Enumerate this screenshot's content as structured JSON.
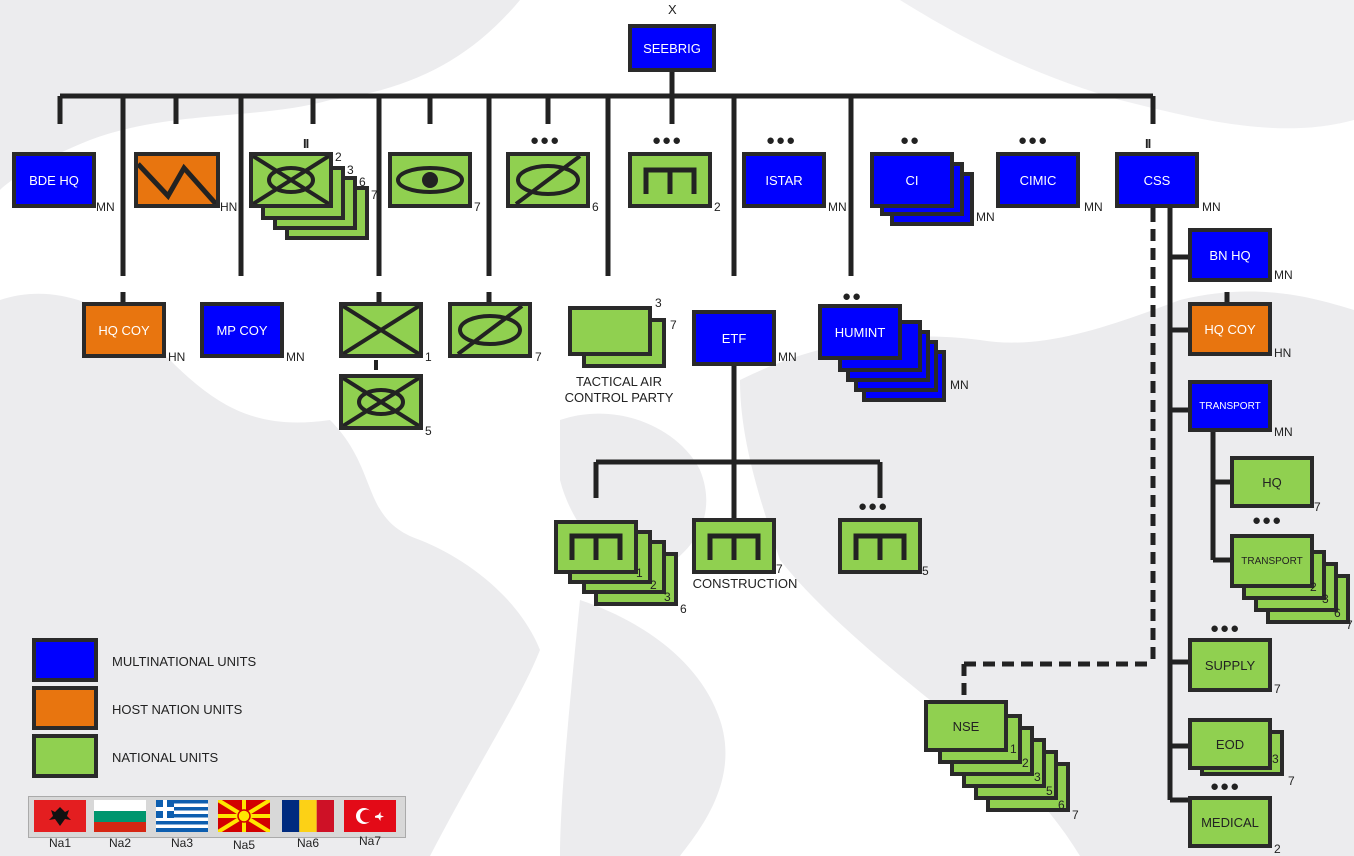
{
  "colors": {
    "multinational": "#0000ff",
    "host_nation": "#e8750f",
    "national": "#90d050",
    "line": "#222222"
  },
  "top": {
    "echelon": "X",
    "label": "SEEBRIG"
  },
  "units": {
    "bde_hq": {
      "label": "BDE HQ",
      "tag": "MN"
    },
    "hn_signal": {
      "tag": "HN"
    },
    "infantry_bn": {
      "echelon": "II",
      "nations": [
        "2",
        "3",
        "6",
        "7"
      ]
    },
    "recon": {
      "tag": "7"
    },
    "armor_coy": {
      "echelon": "●●●",
      "tag": "6"
    },
    "engineer_coy": {
      "echelon": "●●●",
      "tag": "2"
    },
    "istar": {
      "label": "ISTAR",
      "echelon": "●●●",
      "tag": "MN"
    },
    "ci": {
      "label": "CI",
      "echelon": "●●",
      "tag": "MN"
    },
    "cimic": {
      "label": "CIMIC",
      "echelon": "●●●",
      "tag": "MN"
    },
    "css": {
      "label": "CSS",
      "echelon": "II",
      "tag": "MN"
    },
    "hq_coy": {
      "label": "HQ COY",
      "tag": "HN"
    },
    "mp_coy": {
      "label": "MP COY",
      "tag": "MN"
    },
    "inf_coy": {
      "tag": "1"
    },
    "mech_coy": {
      "tag": "5"
    },
    "armor_coy2": {
      "tag": "7"
    },
    "tacp": {
      "nations": [
        "3",
        "7"
      ],
      "caption_1": "TACTICAL AIR",
      "caption_2": "CONTROL PARTY"
    },
    "etf": {
      "label": "ETF",
      "tag": "MN"
    },
    "humint": {
      "label": "HUMINT",
      "echelon": "●●",
      "tag": "MN"
    },
    "eng_stack": {
      "nations": [
        "1",
        "2",
        "3",
        "6"
      ]
    },
    "construction": {
      "tag": "7",
      "caption": "CONSTRUCTION"
    },
    "eng_plt": {
      "echelon": "●●●",
      "tag": "5"
    },
    "bn_hq": {
      "label": "BN HQ",
      "tag": "MN"
    },
    "css_hq_coy": {
      "label": "HQ COY",
      "tag": "HN"
    },
    "transport": {
      "label": "TRANSPORT",
      "tag": "MN"
    },
    "transport_hq": {
      "label": "HQ",
      "tag": "7"
    },
    "transport_coy": {
      "label": "TRANSPORT",
      "echelon": "●●●",
      "nations": [
        "2",
        "3",
        "6",
        "7"
      ]
    },
    "supply": {
      "label": "SUPPLY",
      "echelon": "●●●",
      "tag": "7"
    },
    "eod": {
      "label": "EOD",
      "nations": [
        "3",
        "7"
      ]
    },
    "medical": {
      "label": "MEDICAL",
      "echelon": "●●●",
      "tag": "2"
    },
    "nse": {
      "label": "NSE",
      "nations": [
        "1",
        "2",
        "3",
        "5",
        "6",
        "7"
      ]
    }
  },
  "legend": [
    {
      "label": "MULTINATIONAL UNITS",
      "color": "#0000ff"
    },
    {
      "label": "HOST NATION UNITS",
      "color": "#e8750f"
    },
    {
      "label": "NATIONAL UNITS",
      "color": "#90d050"
    }
  ],
  "flags": [
    {
      "name": "Na1",
      "icon": "albania-flag"
    },
    {
      "name": "Na2",
      "icon": "bulgaria-flag"
    },
    {
      "name": "Na3",
      "icon": "greece-flag"
    },
    {
      "name": "Na5",
      "icon": "macedonia-flag"
    },
    {
      "name": "Na6",
      "icon": "romania-flag"
    },
    {
      "name": "Na7",
      "icon": "turkey-flag"
    }
  ]
}
